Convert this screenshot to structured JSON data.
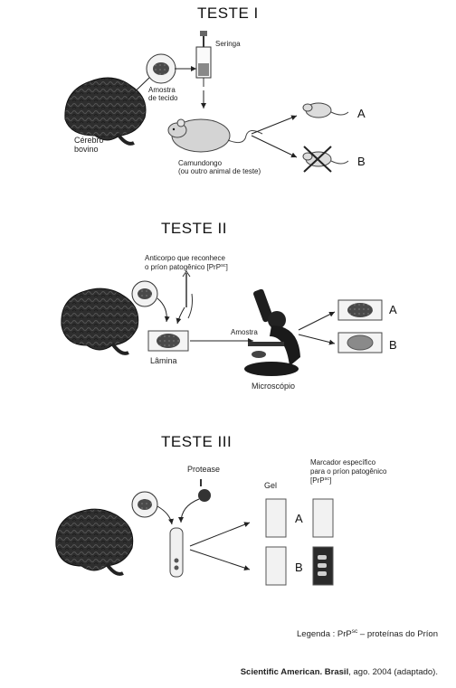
{
  "test1": {
    "title": "TESTE I",
    "syringe": "Seringa",
    "sample_line1": "Amostra",
    "sample_line2": "de tecido",
    "brain_line1": "Cérebro",
    "brain_line2": "bovino",
    "mouse_line1": "Camundongo",
    "mouse_line2": "(ou outro animal de teste)",
    "result_a": "A",
    "result_b": "B"
  },
  "test2": {
    "title": "TESTE II",
    "antibody_line1": "Anticorpo que reconhece",
    "antibody_line2": "o príon patogênico [PrP",
    "antibody_sup": "sc",
    "antibody_end": "]",
    "slide": "Lâmina",
    "sample": "Amostra",
    "microscope": "Microscópio",
    "result_a": "A",
    "result_b": "B"
  },
  "test3": {
    "title": "TESTE III",
    "protease": "Protease",
    "gel": "Gel",
    "marker_line1": "Marcador específico",
    "marker_line2": "para o príon patogênico",
    "marker_line3": "[PrP",
    "marker_sup": "sc",
    "marker_end": "]",
    "result_a": "A",
    "result_b": "B"
  },
  "legend": {
    "prefix": "Legenda : PrP",
    "sup": "sc",
    "dash": " – ",
    "text": "proteínas do Príon"
  },
  "source": {
    "bold": "Scientific American. Brasil",
    "rest": ", ago. 2004 (adaptado)."
  }
}
